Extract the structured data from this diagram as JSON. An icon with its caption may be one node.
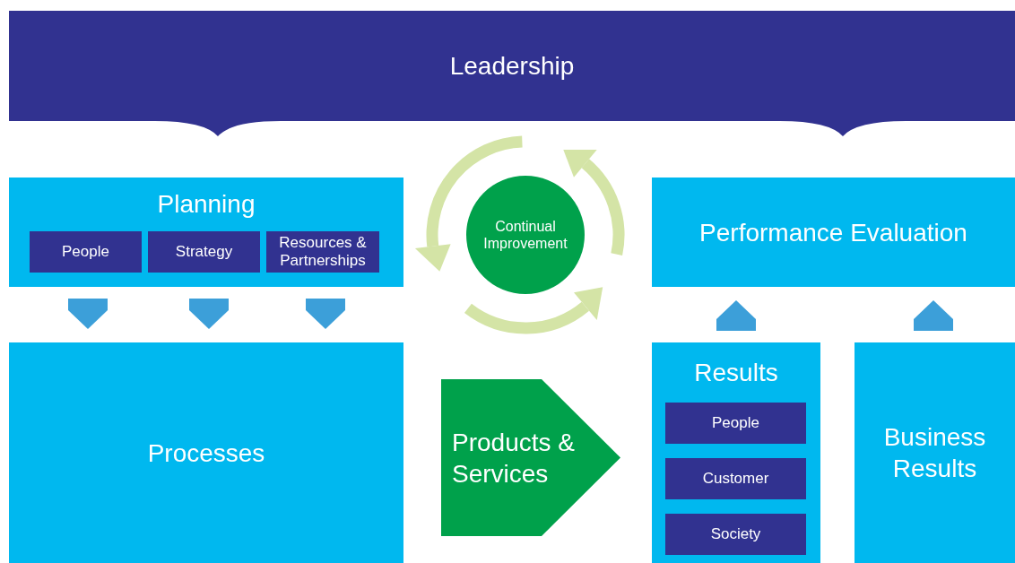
{
  "diagram": {
    "nodes": [
      {
        "text": [
          "Leadership"
        ]
      },
      {
        "text": [
          "Planning"
        ]
      },
      {
        "text": [
          "People"
        ],
        "in": 1
      },
      {
        "text": [
          "Strategy"
        ],
        "in": 1
      },
      {
        "text": [
          "Resources & Partnerships"
        ],
        "in": 1
      },
      {
        "text": [
          "Continual Improvement"
        ]
      },
      {
        "text": [
          "Performance Evaluation"
        ]
      },
      {
        "text": [
          "Processes"
        ]
      },
      {
        "text": [
          "Products & Services"
        ]
      },
      {
        "text": [
          "Results"
        ]
      },
      {
        "text": [
          "People"
        ],
        "in": 9
      },
      {
        "text": [
          "Customer"
        ],
        "in": 9
      },
      {
        "text": [
          "Society"
        ],
        "in": 9
      },
      {
        "text": [
          "Business Results"
        ]
      }
    ],
    "edges": [
      {
        "from": 1,
        "to": 7,
        "arrow": "to"
      },
      {
        "from": 1,
        "to": 7,
        "arrow": "to"
      },
      {
        "from": 1,
        "to": 7,
        "arrow": "to"
      },
      {
        "from": 9,
        "to": 6,
        "arrow": "to"
      },
      {
        "from": 13,
        "to": 6,
        "arrow": "to"
      }
    ]
  }
}
